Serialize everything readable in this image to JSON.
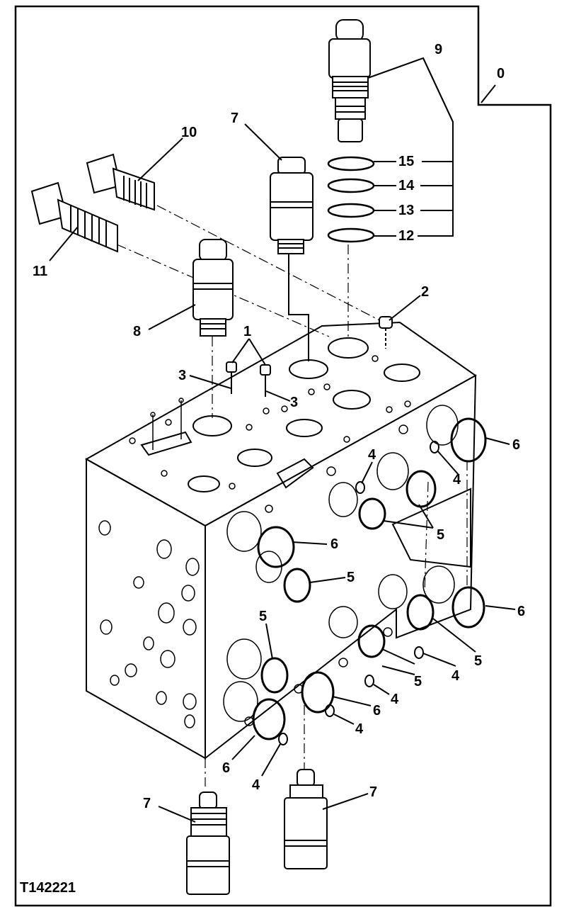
{
  "figure_id": "T142221",
  "callouts": [
    {
      "id": "c0",
      "label": "0"
    },
    {
      "id": "c9",
      "label": "9"
    },
    {
      "id": "c15",
      "label": "15"
    },
    {
      "id": "c14",
      "label": "14"
    },
    {
      "id": "c13",
      "label": "13"
    },
    {
      "id": "c12",
      "label": "12"
    },
    {
      "id": "c7top",
      "label": "7"
    },
    {
      "id": "c10",
      "label": "10"
    },
    {
      "id": "c11",
      "label": "11"
    },
    {
      "id": "c8",
      "label": "8"
    },
    {
      "id": "c2",
      "label": "2"
    },
    {
      "id": "c1",
      "label": "1"
    },
    {
      "id": "c3a",
      "label": "3"
    },
    {
      "id": "c3b",
      "label": "3"
    },
    {
      "id": "c6a",
      "label": "6"
    },
    {
      "id": "c4a",
      "label": "4"
    },
    {
      "id": "c4b",
      "label": "4"
    },
    {
      "id": "c5a",
      "label": "5"
    },
    {
      "id": "c6b",
      "label": "6"
    },
    {
      "id": "c5b",
      "label": "5"
    },
    {
      "id": "c6c",
      "label": "6"
    },
    {
      "id": "c5c",
      "label": "5"
    },
    {
      "id": "c5d",
      "label": "5"
    },
    {
      "id": "c4c",
      "label": "4"
    },
    {
      "id": "c5e",
      "label": "5"
    },
    {
      "id": "c4d",
      "label": "4"
    },
    {
      "id": "c6d",
      "label": "6"
    },
    {
      "id": "c4e",
      "label": "4"
    },
    {
      "id": "c6e",
      "label": "6"
    },
    {
      "id": "c4f",
      "label": "4"
    },
    {
      "id": "c7bl",
      "label": "7"
    },
    {
      "id": "c7br",
      "label": "7"
    }
  ]
}
